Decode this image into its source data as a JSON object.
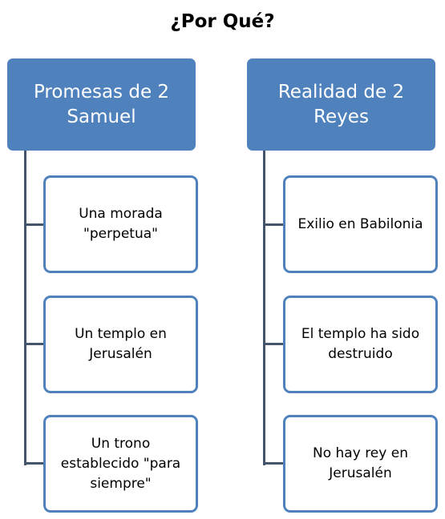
{
  "title": "¿Por Qué?",
  "columns": [
    {
      "header": "Promesas de 2\nSamuel",
      "items": [
        "Una morada\n\"perpetua\"",
        "Un templo en\nJerusalén",
        "Un trono\nestablecido \"para\nsiempre\""
      ]
    },
    {
      "header": "Realidad de 2\nReyes",
      "items": [
        "Exilio en Babilonia",
        "El templo ha sido\ndestruido",
        "No hay rey en\nJerusalén"
      ]
    }
  ],
  "colors": {
    "header_fill": "#4f81bd",
    "child_border": "#4f81bd",
    "connector": "#44546a",
    "header_text": "#ffffff"
  }
}
